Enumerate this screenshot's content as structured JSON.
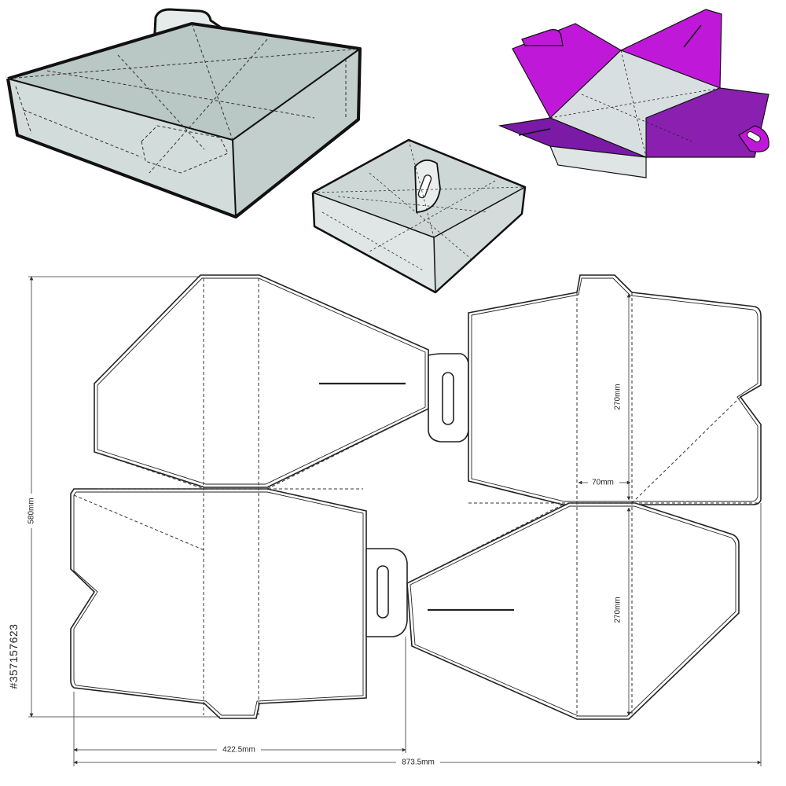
{
  "diagram": {
    "colors": {
      "box_fill": "#b9c7c5",
      "box_fill_light": "#d5dfdd",
      "outline": "#111111",
      "cut_line": "#444444",
      "fold_line": "#333333",
      "dimension_line": "#333333",
      "accent_magenta": "#c018d9",
      "accent_magenta_dark": "#7a1aa6"
    },
    "dimensions": {
      "height_total": "580mm",
      "panel_top_height": "270mm",
      "panel_bottom_height": "270mm",
      "spine_width": "70mm",
      "half_width": "422.5mm",
      "total_width": "873.5mm"
    },
    "stock_id": "#357157623"
  }
}
